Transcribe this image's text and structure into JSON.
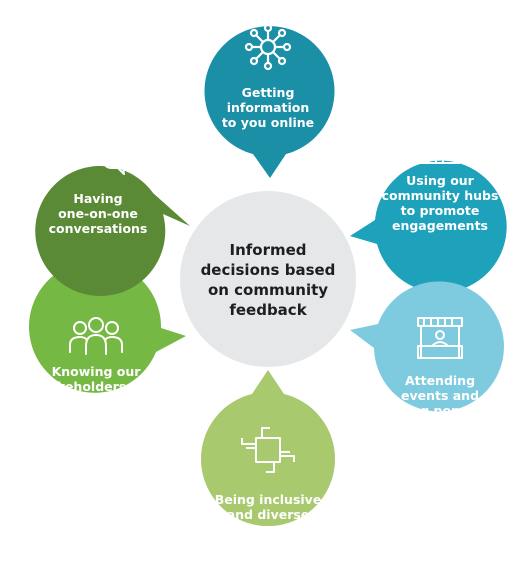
{
  "center": {
    "text": "Informed\ndecisions based\non community\nfeedback"
  },
  "nodes": [
    {
      "id": "online",
      "text": "Getting\ninformation\nto you online",
      "color": "#1a8fa6",
      "icon": "network-icon"
    },
    {
      "id": "hubs",
      "text": "Using our\ncommunity hubs\nto promote\nengagements",
      "color": "#1ea2bc",
      "icon": "community-hub-icon"
    },
    {
      "id": "events",
      "text": "Attending\nevents and\ndoing pop-ups",
      "color": "#7ecbe0",
      "icon": "market-stall-icon"
    },
    {
      "id": "inclusive",
      "text": "Being inclusive\nand diverse",
      "color": "#a8c96e",
      "icon": "joined-hands-icon"
    },
    {
      "id": "stakeholders",
      "text": "Knowing our\nstakeholders and\nwhy they’re\nimportant",
      "color": "#75b843",
      "icon": "people-group-icon"
    },
    {
      "id": "conversations",
      "text": "Having\none-on-one\nconversations",
      "color": "#5a8a35",
      "icon": "chat-bubbles-icon"
    }
  ],
  "center_color": "#e6e7e8"
}
